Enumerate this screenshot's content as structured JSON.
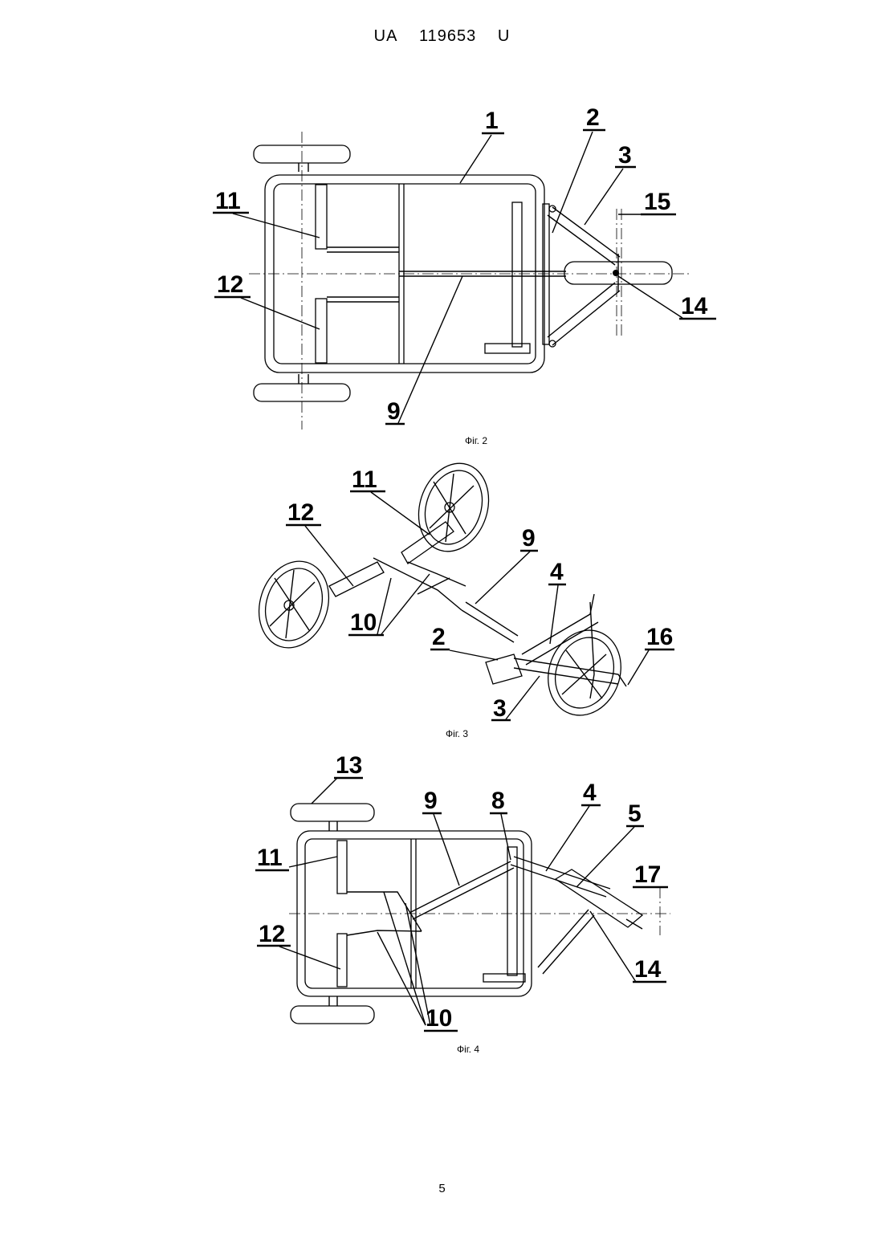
{
  "header": {
    "country": "UA",
    "number": "119653",
    "kind": "U"
  },
  "figures": [
    {
      "caption": "Фіг. 2",
      "labels": {
        "l1": "1",
        "l2": "2",
        "l3": "3",
        "l15": "15",
        "l11": "11",
        "l12": "12",
        "l14": "14",
        "l9": "9"
      }
    },
    {
      "caption": "Фіг. 3",
      "labels": {
        "l11": "11",
        "l12": "12",
        "l9": "9",
        "l4": "4",
        "l10": "10",
        "l2": "2",
        "l16": "16",
        "l3": "3"
      }
    },
    {
      "caption": "Фіг. 4",
      "labels": {
        "l13": "13",
        "l9": "9",
        "l8": "8",
        "l4": "4",
        "l5": "5",
        "l11": "11",
        "l17": "17",
        "l12": "12",
        "l14": "14",
        "l10": "10"
      }
    }
  ],
  "page_number": "5"
}
